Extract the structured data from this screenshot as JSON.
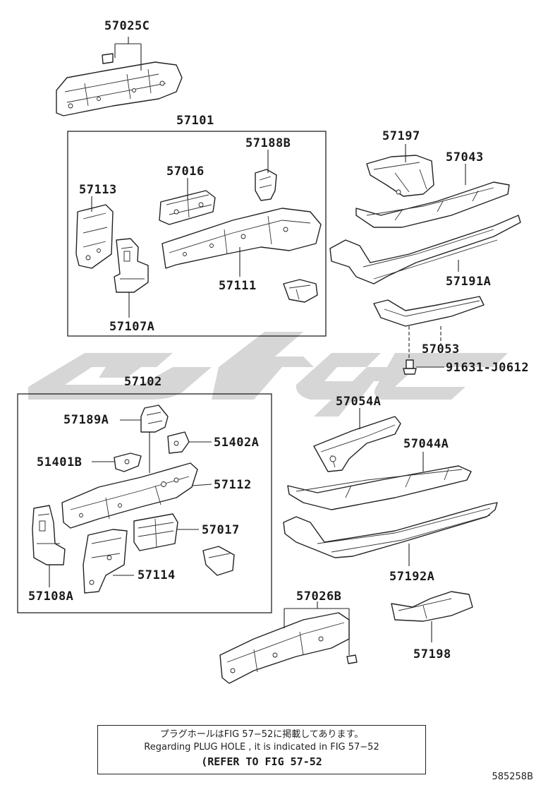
{
  "diagram": {
    "part_labels": {
      "p57025C": "57025C",
      "p57101": "57101",
      "p57188B": "57188B",
      "p57016": "57016",
      "p57113": "57113",
      "p57111": "57111",
      "p57107A": "57107A",
      "p57197": "57197",
      "p57043": "57043",
      "p57191A": "57191A",
      "p57053": "57053",
      "p91631": "91631-J0612",
      "p57102": "57102",
      "p57189A": "57189A",
      "p51402A": "51402A",
      "p51401B": "51401B",
      "p57112": "57112",
      "p57017": "57017",
      "p57114": "57114",
      "p57108A": "57108A",
      "p57054A": "57054A",
      "p57044A": "57044A",
      "p57192A": "57192A",
      "p57026B": "57026B",
      "p57198": "57198"
    },
    "note": {
      "line_jp": "プラグホールはFIG 57−52に掲載してあります。",
      "line_en": "Regarding  PLUG  HOLE , it is indicated in FIG  57−52",
      "line_ref": "(REFER TO FIG 57-52"
    },
    "catalog_number": "585258B",
    "watermark_color": "#c8c8c8"
  }
}
